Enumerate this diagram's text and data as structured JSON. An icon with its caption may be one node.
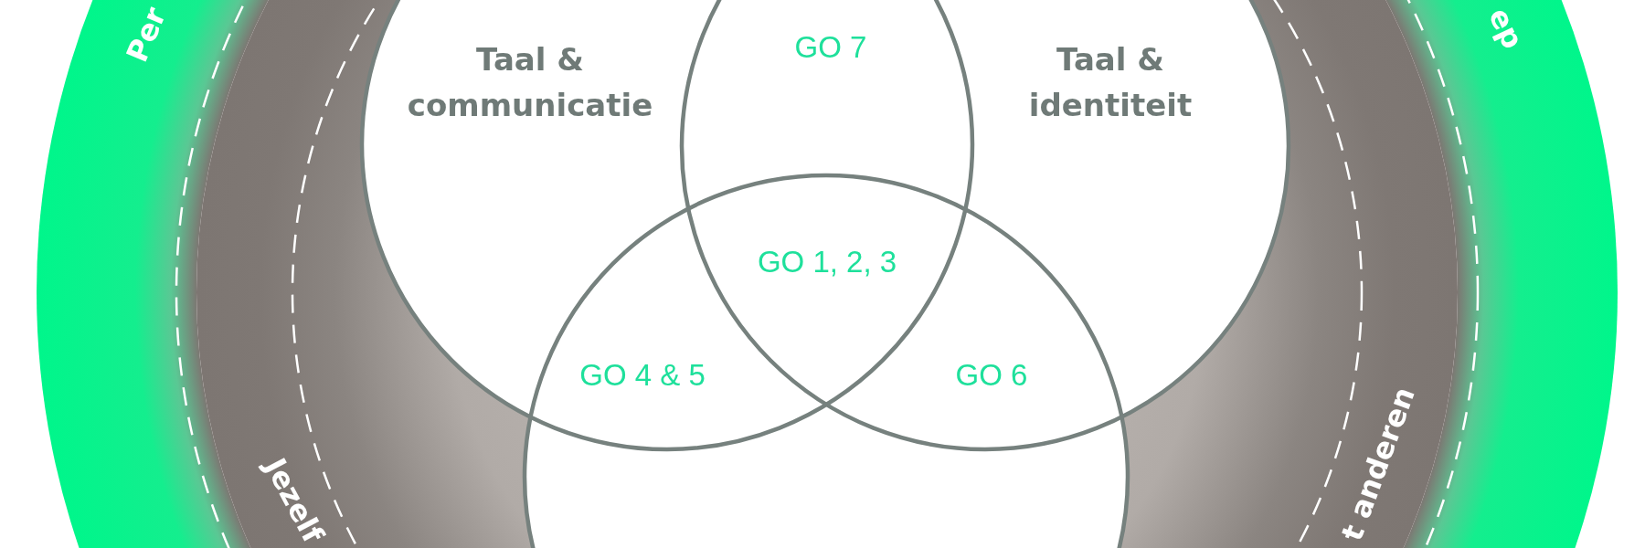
{
  "diagram": {
    "nodes": [
      {
        "text": [
          "Per",
          "ep"
        ]
      },
      {
        "text": [
          "Jezelf",
          "t anderen"
        ],
        "in": 0
      },
      {
        "text": [
          "Taal & communicatie"
        ],
        "in": 1
      },
      {
        "text": [
          "Taal & identiteit"
        ],
        "in": 1
      },
      {
        "text": [],
        "shape": "circle",
        "in": 1
      }
    ],
    "labels": [
      "GO 7",
      "GO 1, 2, 3",
      "GO 4 & 5",
      "GO 6"
    ]
  }
}
